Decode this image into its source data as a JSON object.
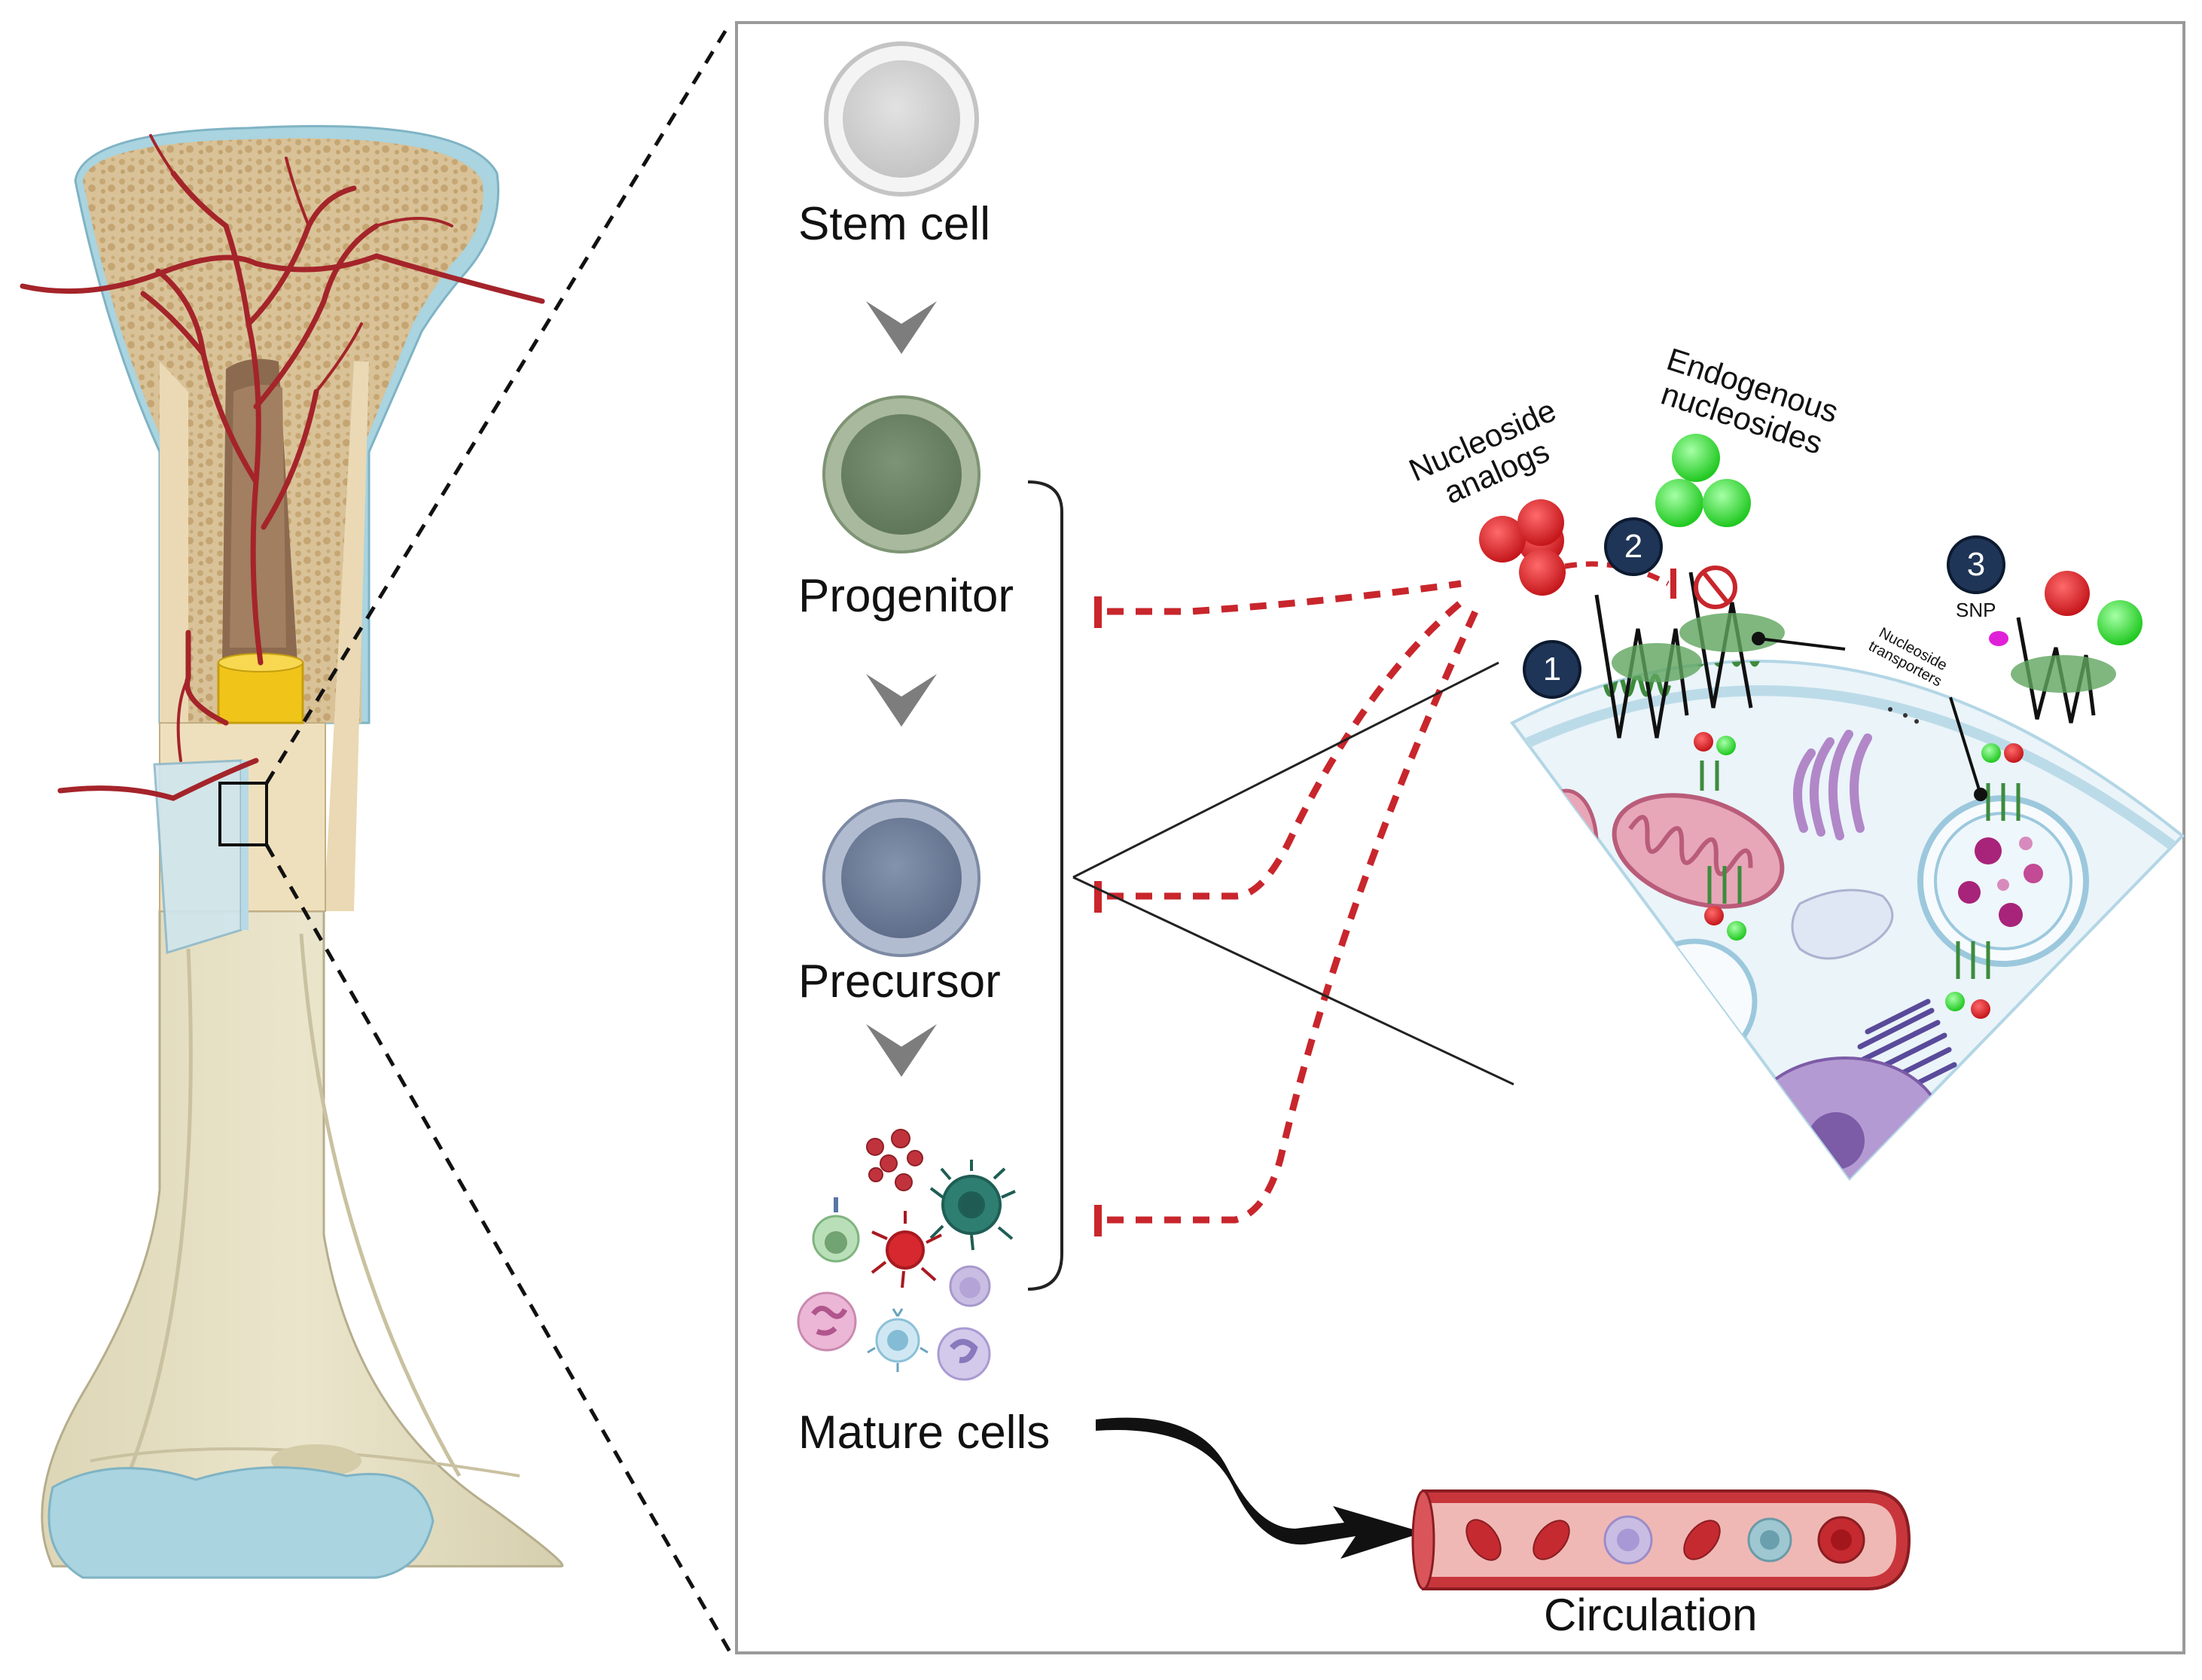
{
  "stages": {
    "stem_cell": "Stem cell",
    "progenitor": "Progenitor",
    "precursor": "Precursor",
    "mature_cells": "Mature  cells"
  },
  "labels": {
    "nucleoside_analogs": "Nucleoside analogs",
    "endogenous_nucleosides": "Endogenous nucleosides",
    "nucleoside_transporters": "Nucleoside transporters",
    "snp": "SNP",
    "circulation": "Circulation"
  },
  "badges": [
    "1",
    "2",
    "3"
  ],
  "colors": {
    "analog_red": "#d42a2a",
    "endogenous_green": "#3ad23a",
    "inhibition_red": "#c8262c",
    "badge_navy": "#1f3557",
    "bone_beige": "#e9dcc0",
    "vessel_red": "#b8282e",
    "snp_magenta": "#e020d8"
  }
}
